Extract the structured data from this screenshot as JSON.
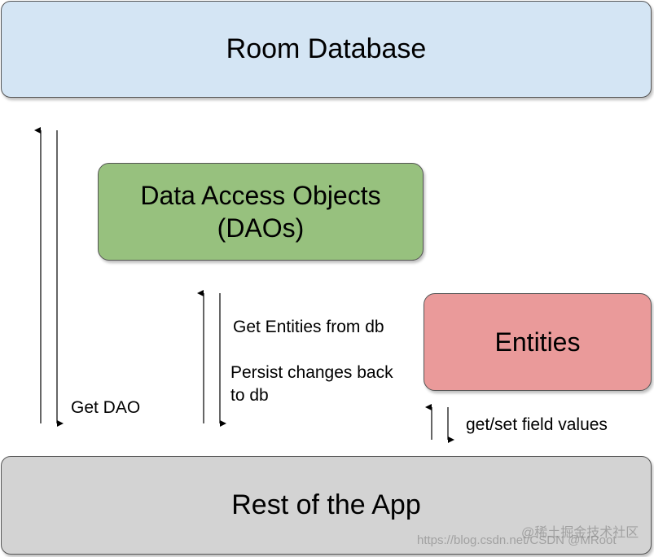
{
  "boxes": {
    "room_database": "Room Database",
    "dao_line1": "Data Access Objects",
    "dao_line2": "(DAOs)",
    "entities": "Entities",
    "rest_of_app": "Rest of the App"
  },
  "labels": {
    "get_dao": "Get DAO",
    "get_entities": "Get Entities from db",
    "persist_line1": "Persist changes back",
    "persist_line2": "to db",
    "field_values": "get/set field values"
  },
  "watermarks": {
    "top": "@稀土掘金技术社区",
    "bottom": "https://blog.csdn.net/CSDN @MRoot"
  },
  "colors": {
    "room_fill": "#d4e5f4",
    "dao_fill": "#97c17e",
    "entities_fill": "#ea9a9a",
    "rest_fill": "#d3d3d3"
  }
}
